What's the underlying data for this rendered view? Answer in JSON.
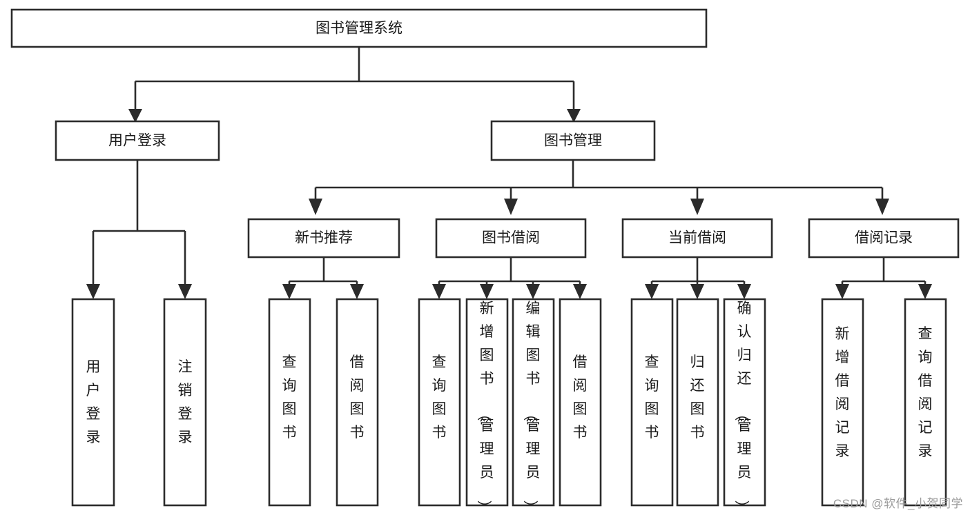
{
  "diagram": {
    "title": "图书管理系统",
    "watermark": "CSDN @软件_小贺同学",
    "colors": {
      "stroke": "#2b2b2b",
      "fill": "#ffffff",
      "text": "#1a1a1a",
      "watermark": "#9b9b9b",
      "background": "#ffffff"
    },
    "root": {
      "label": "图书管理系统"
    },
    "level2": [
      {
        "label": "用户登录"
      },
      {
        "label": "图书管理"
      }
    ],
    "level3": [
      {
        "label": "新书推荐"
      },
      {
        "label": "图书借阅"
      },
      {
        "label": "当前借阅"
      },
      {
        "label": "借阅记录"
      }
    ],
    "leaves": {
      "user_login": [
        {
          "label": "用户登录"
        },
        {
          "label": "注销登录"
        }
      ],
      "new_book_recommend": [
        {
          "label": "查询图书"
        },
        {
          "label": "借阅图书"
        }
      ],
      "book_borrow": [
        {
          "label": "查询图书"
        },
        {
          "label": "新增图书（管理员）"
        },
        {
          "label": "编辑图书（管理员）"
        },
        {
          "label": "借阅图书"
        }
      ],
      "current_borrow": [
        {
          "label": "查询图书"
        },
        {
          "label": "归还图书"
        },
        {
          "label": "确认归还（管理员）"
        }
      ],
      "borrow_record": [
        {
          "label": "新增借阅记录"
        },
        {
          "label": "查询借阅记录"
        }
      ]
    }
  }
}
